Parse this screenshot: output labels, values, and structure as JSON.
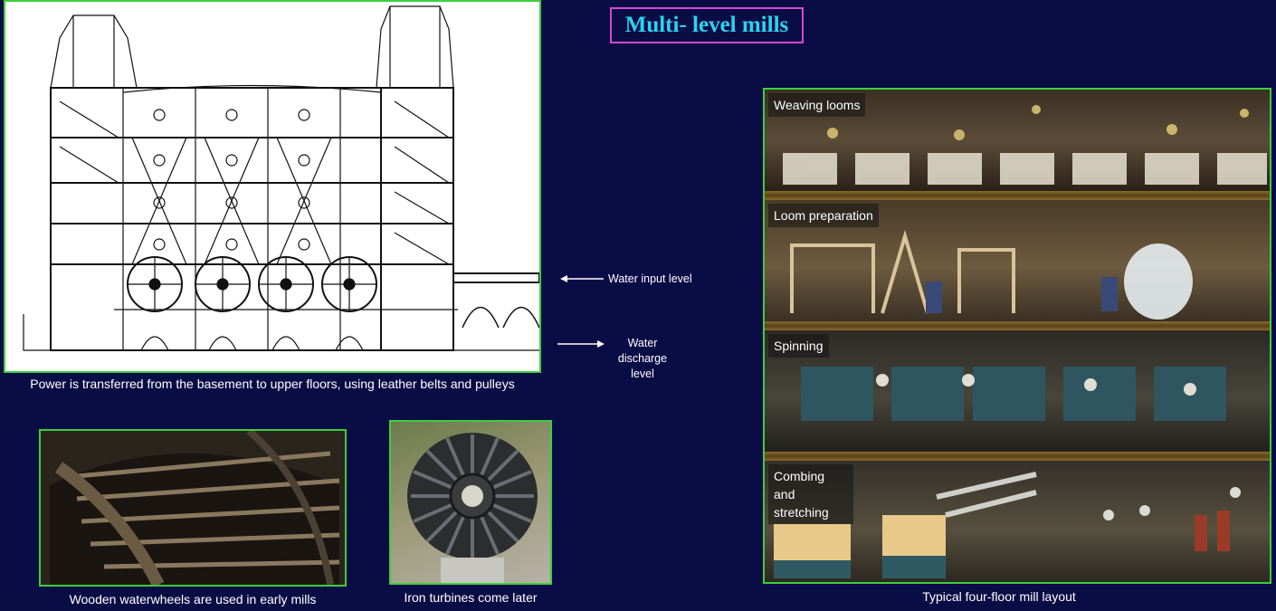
{
  "title": "Multi- level mills",
  "diagram": {
    "caption": "Power is transferred from the basement to upper floors, using leather belts and pulleys"
  },
  "arrows": {
    "input_label": "Water input level",
    "discharge_label": "Water discharge level"
  },
  "waterwheel": {
    "caption": "Wooden waterwheels are used in early mills"
  },
  "turbine": {
    "caption": "Iron turbines come later"
  },
  "mill_layout": {
    "caption": "Typical four-floor mill layout",
    "floors": [
      {
        "label": "Weaving looms"
      },
      {
        "label": "Loom preparation"
      },
      {
        "label": "Spinning"
      },
      {
        "label": "Combing and stretching"
      }
    ]
  },
  "colors": {
    "background": "#0a0c45",
    "title_text": "#29d4f0",
    "title_border": "#d24ad0",
    "panel_border": "#3ccf3c"
  }
}
